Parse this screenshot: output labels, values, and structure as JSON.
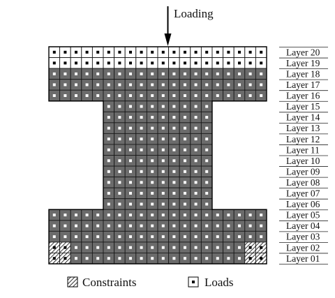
{
  "annotation": {
    "loading_label": "Loading"
  },
  "layers": [
    {
      "label": "Layer 20",
      "shade": "light"
    },
    {
      "label": "Layer 19",
      "shade": "light"
    },
    {
      "label": "Layer 18",
      "shade": "dark"
    },
    {
      "label": "Layer 17",
      "shade": "dark"
    },
    {
      "label": "Layer 16",
      "shade": "dark"
    },
    {
      "label": "Layer 15",
      "shade": "dark"
    },
    {
      "label": "Layer 14",
      "shade": "dark"
    },
    {
      "label": "Layer 13",
      "shade": "dark"
    },
    {
      "label": "Layer 12",
      "shade": "dark"
    },
    {
      "label": "Layer 11",
      "shade": "dark"
    },
    {
      "label": "Layer 10",
      "shade": "dark"
    },
    {
      "label": "Layer 09",
      "shade": "dark"
    },
    {
      "label": "Layer 08",
      "shade": "dark"
    },
    {
      "label": "Layer 07",
      "shade": "dark"
    },
    {
      "label": "Layer 06",
      "shade": "dark"
    },
    {
      "label": "Layer 05",
      "shade": "dark"
    },
    {
      "label": "Layer 04",
      "shade": "dark"
    },
    {
      "label": "Layer 03",
      "shade": "dark"
    },
    {
      "label": "Layer 02",
      "shade": "dark"
    },
    {
      "label": "Layer 01",
      "shade": "dark"
    }
  ],
  "legend": {
    "constraints_label": "Constraints",
    "loads_label": "Loads"
  },
  "colors": {
    "solid_cell": "#6b6b6b",
    "light_cell": "#ffffff",
    "grid_line": "#1a1a1a",
    "load_marker_on_dark": "#ffffff",
    "load_marker_on_light": "#000000"
  }
}
